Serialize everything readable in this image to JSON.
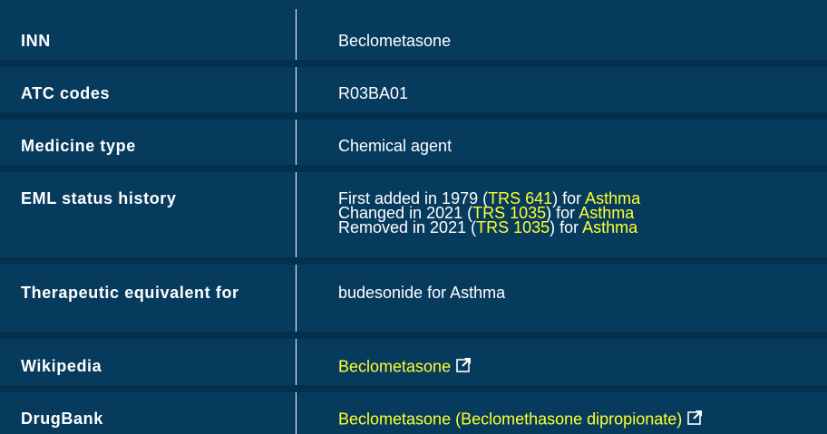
{
  "rows": [
    {
      "label": "INN",
      "value": "Beclometasone"
    },
    {
      "label": "ATC codes",
      "value": "R03BA01"
    },
    {
      "label": "Medicine type",
      "value": "Chemical agent"
    },
    {
      "label": "EML status history",
      "history": [
        {
          "prefix": "First added in 1979 (",
          "trs": "TRS 641",
          "mid": ") for ",
          "condition": "Asthma"
        },
        {
          "prefix": "Changed in 2021 (",
          "trs": "TRS 1035",
          "mid": ") for ",
          "condition": "Asthma"
        },
        {
          "prefix": "Removed in 2021 (",
          "trs": "TRS 1035",
          "mid": ") for ",
          "condition": "Asthma"
        }
      ]
    },
    {
      "label": "Therapeutic equivalent for",
      "value": "budesonide for Asthma"
    },
    {
      "label": "Wikipedia",
      "link": "Beclometasone"
    },
    {
      "label": "DrugBank",
      "link": "Beclometasone (Beclomethasone dipropionate)"
    }
  ],
  "icons": {
    "external": "external-link-icon"
  },
  "colors": {
    "background": "#073b5e",
    "separator": "#03304d",
    "link": "#ffff2e",
    "text": "#ffffff"
  }
}
